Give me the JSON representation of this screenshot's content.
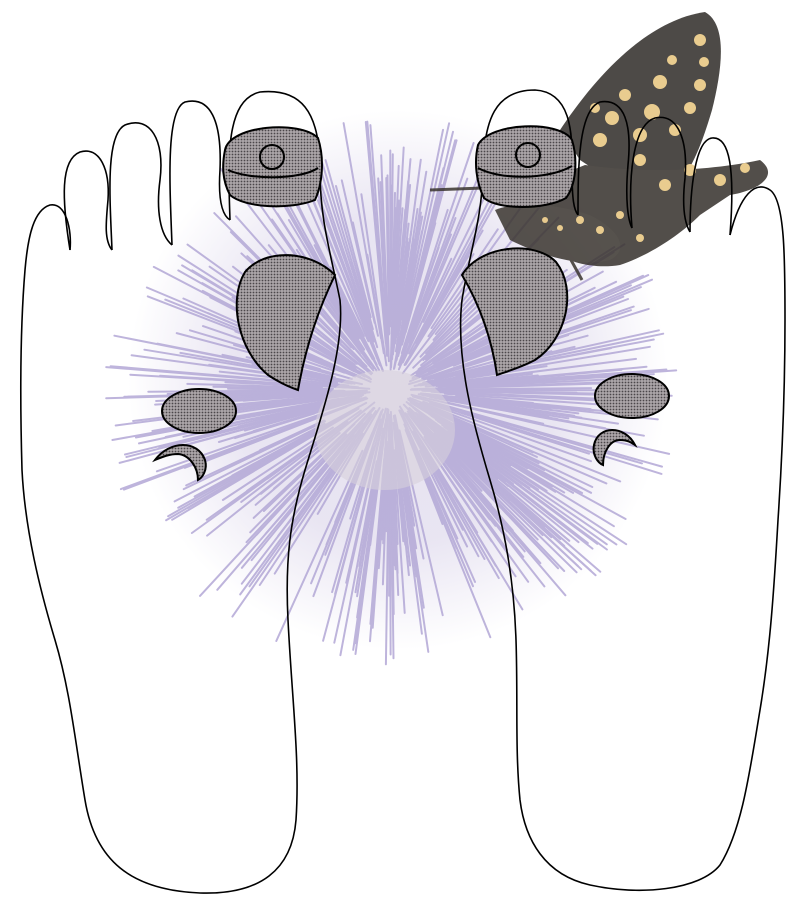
{
  "colors": {
    "background": "#ffffff",
    "outline": "#000000",
    "zone_fill": "#9a9598",
    "thistle_spine": "#b8aed8",
    "thistle_core": "#cfc6d8",
    "butterfly_wing": "#2e2a26",
    "butterfly_spot": "#e8c87a"
  },
  "icons": {
    "left_foot": "left-foot-sole-outline",
    "right_foot": "right-foot-sole-outline",
    "background": "thistle-flower",
    "accent": "swallowtail-butterfly"
  },
  "zones": [
    "big-toe-pad",
    "big-toe-center",
    "ball-crescent",
    "small-oval",
    "small-crescent"
  ]
}
